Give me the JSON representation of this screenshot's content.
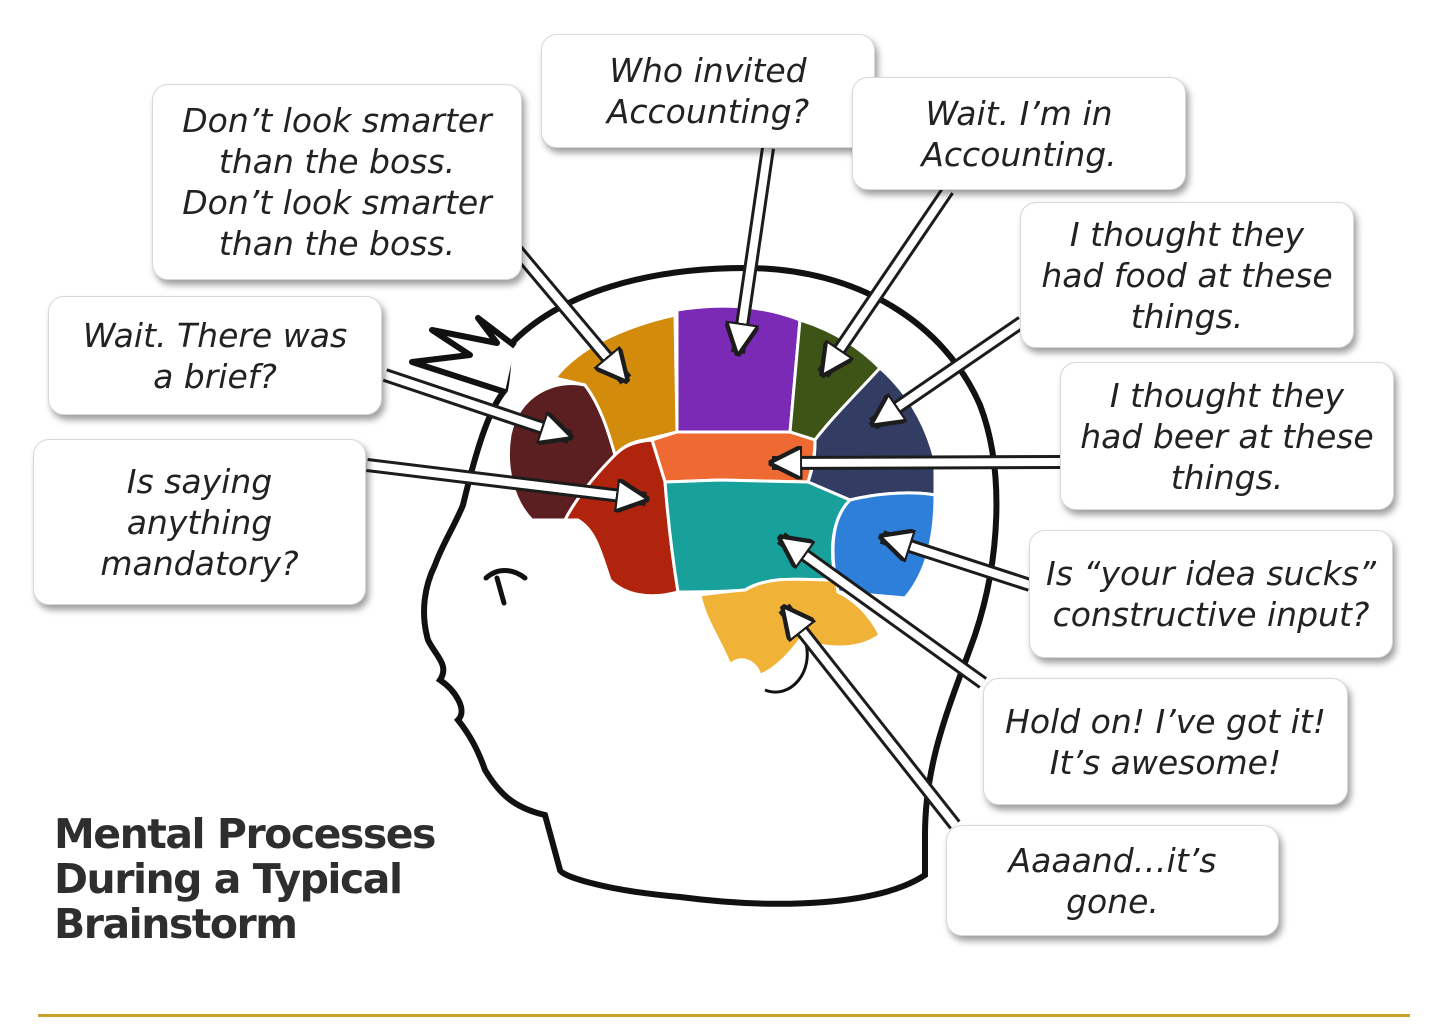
{
  "title": {
    "line1": "Mental Processes",
    "line2": "During a Typical",
    "line3": "Brainstorm"
  },
  "bubbles": {
    "smarter": "Don’t look smarter\nthan the boss.\nDon’t look smarter\nthan the boss.",
    "who_invited": "Who invited\nAccounting?",
    "im_in": "Wait. I’m in\nAccounting.",
    "food": "I thought they\nhad food at these\nthings.",
    "brief": "Wait.  There was\na brief?",
    "beer": "I thought they\nhad beer at these\nthings.",
    "mandatory": "Is saying\nanything\nmandatory?",
    "sucks": "Is “your idea sucks”\nconstructive input?",
    "hold_on": "Hold on! I’ve got it!\nIt’s awesome!",
    "gone": "Aaaand…it’s\ngone."
  },
  "colors": {
    "accent_rule": "#c9a12b",
    "lobe_maroon": "#5c1f21",
    "lobe_gold": "#d38b0c",
    "lobe_purple": "#7a2ab5",
    "lobe_olive": "#3d5416",
    "lobe_navy": "#333c62",
    "lobe_orange": "#ee6a32",
    "lobe_red": "#b0230d",
    "lobe_teal": "#18a19b",
    "lobe_blue": "#2d7fda",
    "lobe_yellow": "#f0b237"
  }
}
